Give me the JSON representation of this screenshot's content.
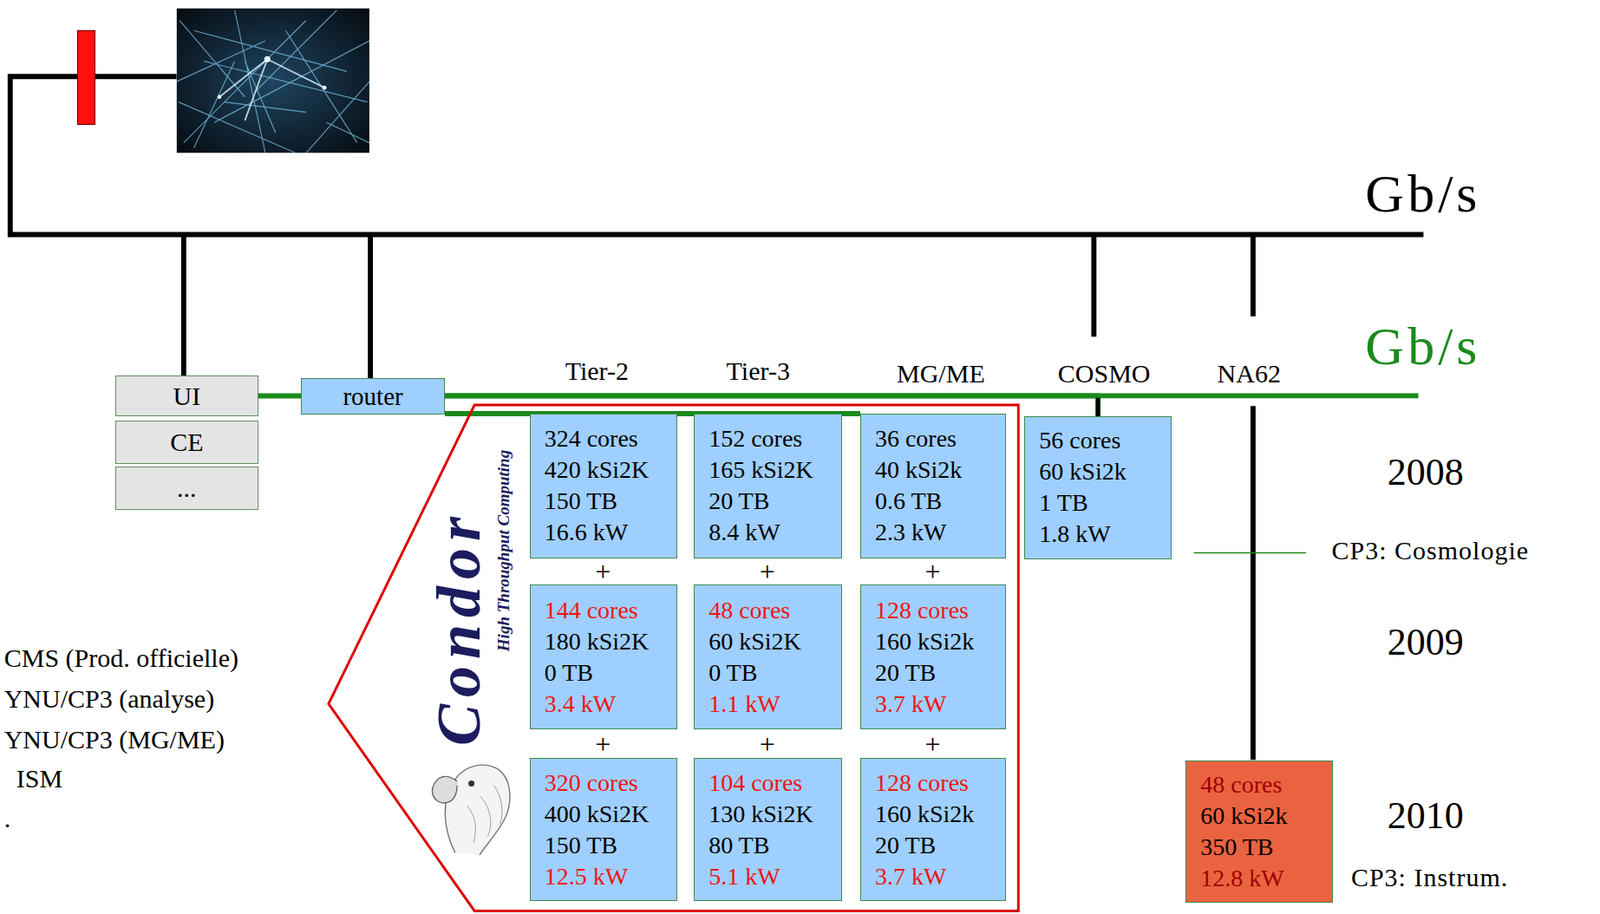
{
  "diagram": {
    "nodes": [
      {
        "text": [
          "UI"
        ]
      },
      {
        "text": [
          "CE"
        ]
      },
      {
        "text": [
          "..."
        ]
      },
      {
        "text": [
          "router"
        ]
      },
      {
        "text": [
          "324 cores",
          "420 kSi2K",
          "150 TB",
          "16.6 kW"
        ]
      },
      {
        "text": [
          "152 cores",
          "165 kSi2K",
          "20 TB",
          "8.4 kW"
        ]
      },
      {
        "text": [
          "36 cores",
          "40 kSi2k",
          "0.6 TB",
          "2.3 kW"
        ]
      },
      {
        "text": [
          "56 cores",
          "60 kSi2k",
          "1 TB",
          "1.8 kW"
        ]
      },
      {
        "text": [
          "144 cores",
          "180 kSi2K",
          "0 TB",
          "3.4 kW"
        ]
      },
      {
        "text": [
          "48 cores",
          "60 kSi2K",
          "0 TB",
          "1.1 kW"
        ]
      },
      {
        "text": [
          "128 cores",
          "160 kSi2k",
          "20 TB",
          "3.7 kW"
        ]
      },
      {
        "text": [
          "320 cores",
          "400 kSi2K",
          "150 TB",
          "12.5 kW"
        ]
      },
      {
        "text": [
          "104 cores",
          "130 kSi2K",
          "80 TB",
          "5.1 kW"
        ]
      },
      {
        "text": [
          "128 cores",
          "160 kSi2k",
          "20 TB",
          "3.7 kW"
        ]
      },
      {
        "text": [
          "48 cores",
          "60 kSi2k",
          "350 TB",
          "12.8 kW"
        ]
      }
    ],
    "edges": [
      {
        "from": 0,
        "to": 3,
        "arrow": "none"
      },
      {
        "from": 3,
        "to": 4,
        "arrow": "none"
      },
      {
        "from": 3,
        "to": 5,
        "arrow": "none"
      },
      {
        "from": 3,
        "to": 6,
        "arrow": "none"
      },
      {
        "from": 3,
        "to": 7,
        "arrow": "none"
      }
    ],
    "labels": [
      "Gb/s",
      "Gb/s",
      "Tier-2",
      "Tier-3",
      "MG/ME",
      "COSMO",
      "NA62",
      "2008",
      "+",
      "+",
      "+",
      "CP3: Cosmologie",
      "2009",
      "+",
      "+",
      "+",
      "2010",
      "CP3: Instrum.",
      "CMS (Prod. officielle)",
      "YNU/CP3 (analyse)",
      "YNU/CP3 (MG/ME)",
      "ISM",
      ".",
      "Condor",
      "High Throughput Computing"
    ]
  }
}
